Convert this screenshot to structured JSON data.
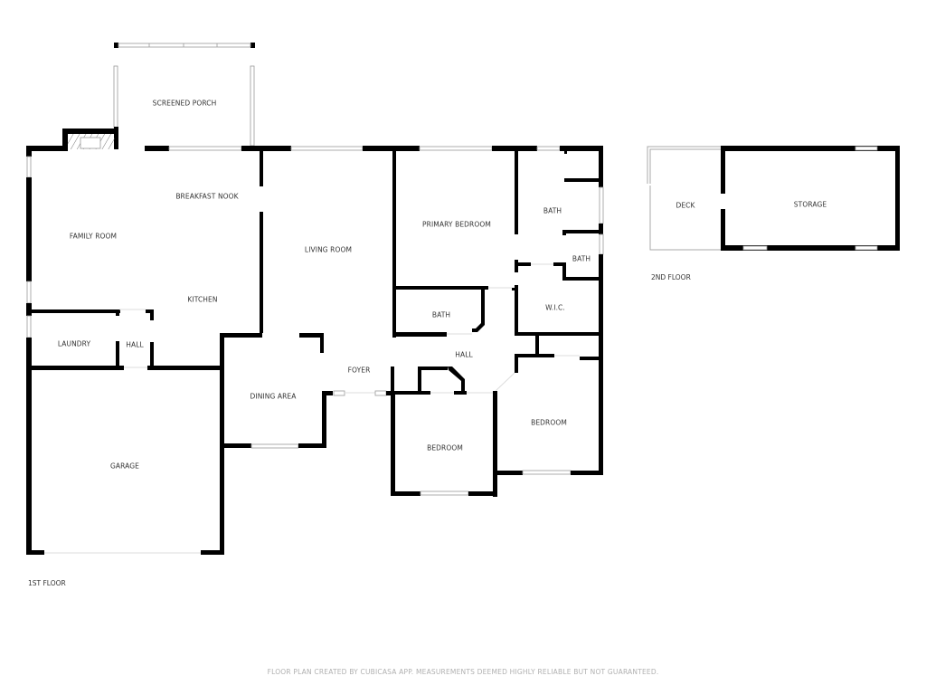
{
  "first_floor": {
    "label": "1ST FLOOR",
    "rooms": {
      "screened_porch": "SCREENED PORCH",
      "breakfast_nook": "BREAKFAST NOOK",
      "family_room": "FAMILY ROOM",
      "kitchen": "KITCHEN",
      "living_room": "LIVING ROOM",
      "primary_bedroom": "PRIMARY BEDROOM",
      "bath_primary": "BATH",
      "bath_upper": "BATH",
      "bath_small": "BATH",
      "wic": "W.I.C.",
      "hall_center": "HALL",
      "laundry": "LAUNDRY",
      "hall_laundry": "HALL",
      "foyer": "FOYER",
      "dining_area": "DINING AREA",
      "bedroom_left": "BEDROOM",
      "bedroom_right": "BEDROOM",
      "garage": "GARAGE"
    }
  },
  "second_floor": {
    "label": "2ND FLOOR",
    "rooms": {
      "deck": "DECK",
      "storage": "STORAGE"
    }
  },
  "footer": {
    "disclaimer": "FLOOR PLAN CREATED BY CUBICASA APP. MEASUREMENTS DEEMED HIGHLY RELIABLE BUT NOT GUARANTEED."
  },
  "colors": {
    "wall": "#000000",
    "label": "#333333",
    "footer": "#b0b0b0",
    "background": "#ffffff"
  }
}
